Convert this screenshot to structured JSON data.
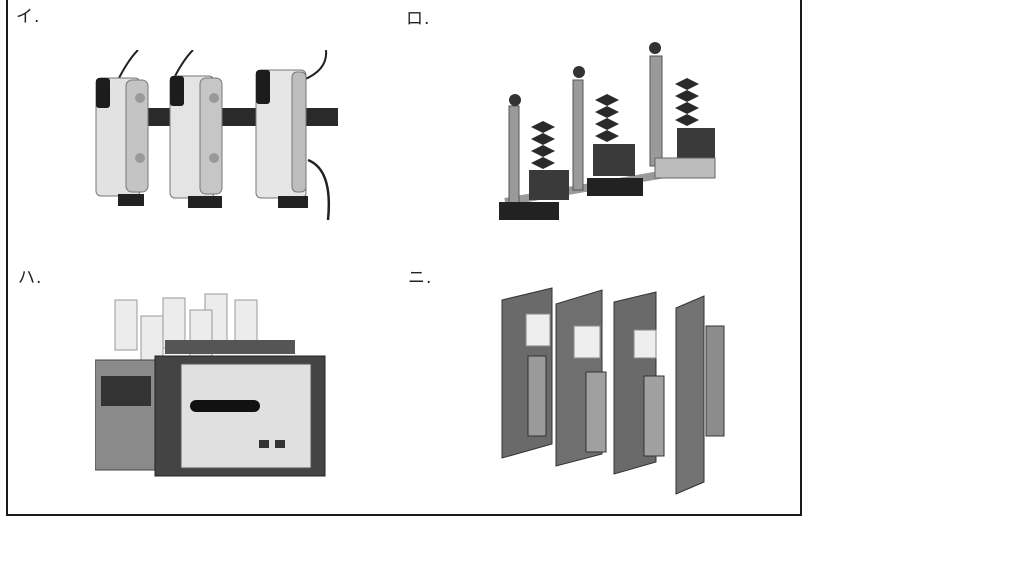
{
  "panels": {
    "a": {
      "label": "イ."
    },
    "b": {
      "label": "ロ."
    },
    "c": {
      "label": "ハ."
    },
    "d": {
      "label": "ニ."
    }
  }
}
